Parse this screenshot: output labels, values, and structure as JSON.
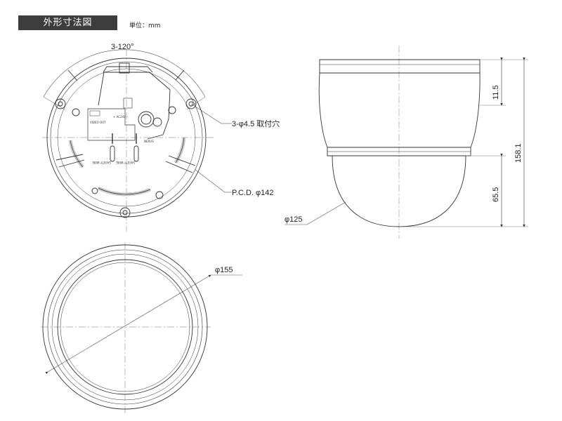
{
  "header": {
    "title": "外形寸法図",
    "unit": "単位：mm"
  },
  "top_view": {
    "angle_label": "3-120°",
    "hole_label": "3-φ4.5 取付穴",
    "pcd_label": "P.C.D. φ142",
    "board_text_1": "+ AC24V –",
    "board_text_2": "SAFETY WIRE",
    "board_text_3": "SAFETY WIRE",
    "board_text_4": "VIDEO OUT",
    "board_text_5": "NEXUS"
  },
  "side_view": {
    "dim_top": "11.5",
    "dim_total": "158.1",
    "dim_dome": "65.5",
    "dim_dome_dia": "φ125"
  },
  "bottom_view": {
    "diameter_label": "φ155"
  }
}
